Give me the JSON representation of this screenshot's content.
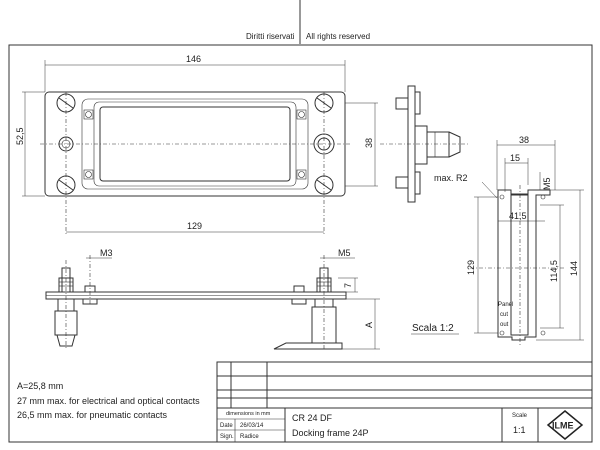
{
  "header": {
    "rights_it": "Diritti riservati",
    "rights_en": "All rights reserved"
  },
  "front_view": {
    "dim_width": "146",
    "dim_height": "52,5",
    "dim_inner": "38",
    "dim_hole_spacing": "129"
  },
  "side_view": {
    "dim_m3": "M3",
    "dim_m5": "M5",
    "dim_7": "7",
    "dim_a": "A"
  },
  "cutout_view": {
    "dim_38": "38",
    "dim_15": "15",
    "dim_m5": "M5",
    "radius_note": "max. R2",
    "dim_41_5": "41,5",
    "dim_129": "129",
    "dim_114_5": "114,5",
    "dim_144": "144",
    "panel_label_1": "Panel",
    "panel_label_2": "cut",
    "panel_label_3": "out"
  },
  "scale_note": "Scala 1:2",
  "notes": {
    "a_value": "A=25,8 mm",
    "electrical": "27 mm max. for electrical and optical contacts",
    "pneumatic": "26,5 mm max. for pneumatic contacts"
  },
  "title_block": {
    "units_label": "dimensions in mm",
    "date_label": "Date",
    "date_value": "26/03/14",
    "sign_label": "Sign.",
    "sign_value": "Radice",
    "code": "CR 24 DF",
    "description": "Docking frame 24P",
    "scale_label": "Scale",
    "scale_value": "1:1",
    "logo_text": "ILME"
  }
}
